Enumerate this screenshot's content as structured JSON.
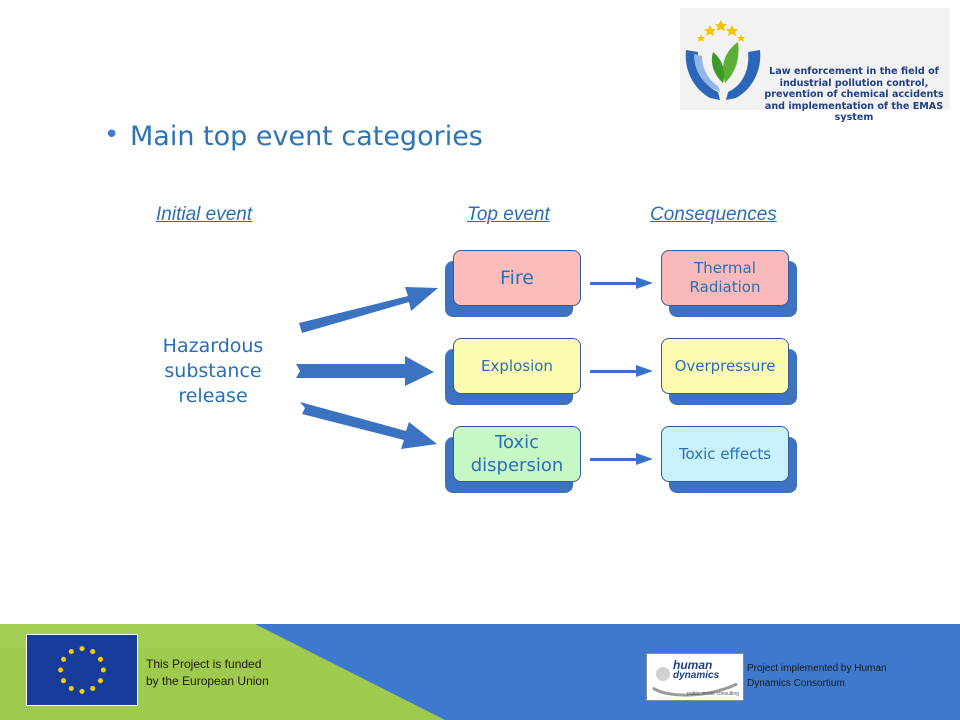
{
  "header": {
    "logo_text_lines": [
      "Law enforcement in the field of",
      "industrial pollution control,",
      "prevention of chemical accidents",
      "and implementation of the EMAS system"
    ]
  },
  "slide": {
    "bullet": "•",
    "title": "Main top event categories"
  },
  "diagram": {
    "headings": {
      "initial": "Initial event",
      "top": "Top event",
      "consequences": "Consequences"
    },
    "source_lines": [
      "Hazardous",
      "substance",
      "release"
    ],
    "top_events": [
      {
        "label_lines": [
          "Fire"
        ],
        "color": "#fbbcbc"
      },
      {
        "label_lines": [
          "Explosion"
        ],
        "color": "#fbfbb1"
      },
      {
        "label_lines": [
          "Toxic",
          "dispersion"
        ],
        "color": "#c7f7c4"
      }
    ],
    "consequences": [
      {
        "label_lines": [
          "Thermal",
          "Radiation"
        ],
        "color": "#f7b9b9"
      },
      {
        "label_lines": [
          "Overpressure"
        ],
        "color": "#fbfbb1"
      },
      {
        "label_lines": [
          "Toxic effects"
        ],
        "color": "#c9f1fb"
      }
    ],
    "arrow_color": "#3b73c1"
  },
  "footer": {
    "funded_lines": [
      "This Project is funded",
      "by the European Union"
    ],
    "implemented_lines": [
      "Project implemented by Human",
      "Dynamics Consortium"
    ],
    "hd_logo_lines": [
      "human",
      "dynamics",
      "public sector consulting"
    ]
  }
}
